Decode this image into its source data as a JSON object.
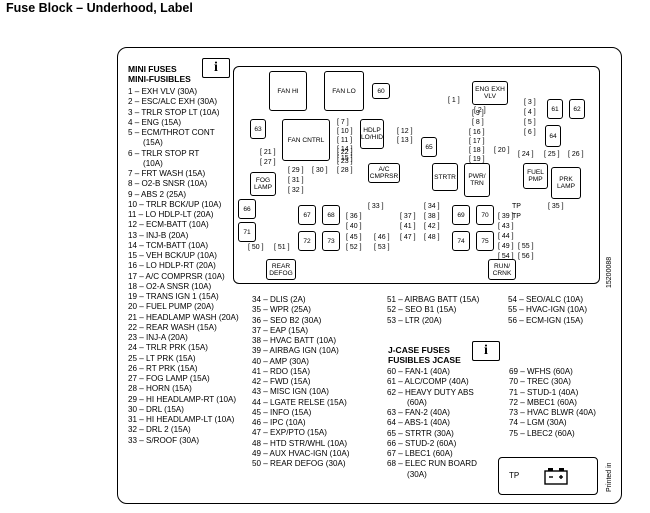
{
  "title": "Fuse Block – Underhood, Label",
  "mini_header": [
    "MINI FUSES",
    "MINI-FUSIBLES"
  ],
  "jcase_header": [
    "J-CASE FUSES",
    "FUSIBLES JCASE"
  ],
  "col1": [
    "1 – EXH VLV (30A)",
    "2 – ESC/ALC EXH (30A)",
    "3 – TRLR STOP LT (10A)",
    "4 – ENG (15A)",
    "5 – ECM/THROT CONT",
    "(15A)",
    "6 – TRLR STOP RT",
    "(10A)",
    "7 – FRT WASH (15A)",
    "8 – O2-B SNSR (10A)",
    "9 – ABS 2 (25A)",
    "10 – TRLR BCK/UP (10A)",
    "11 – LO HDLP-LT (20A)",
    "12 – ECM-BATT (10A)",
    "13 – INJ-B (20A)",
    "14 – TCM-BATT (10A)",
    "15 – VEH BCK/UP (10A)",
    "16 – LO HDLP-RT (20A)",
    "17 – A/C COMPRSR (10A)",
    "18 – O2-A SNSR (10A)",
    "19 – TRANS IGN 1 (15A)",
    "20 – FUEL PUMP (20A)",
    "21 – HEADLAMP WASH (20A)",
    "22 – REAR WASH (15A)",
    "23 – INJ-A (20A)",
    "24 – TRLR PRK (15A)",
    "25 – LT PRK (15A)",
    "26 – RT PRK (15A)",
    "27 – FOG LAMP (15A)",
    "28 – HORN (15A)",
    "29 – HI HEADLAMP-RT (10A)",
    "30 – DRL (15A)",
    "31 – HI HEADLAMP-LT (10A)",
    "32 – DRL 2 (15A)",
    "33 – S/ROOF (30A)"
  ],
  "col2": [
    "34 – DLIS (2A)",
    "35 – WPR (25A)",
    "36 – SEO B2 (30A)",
    "37 – EAP (15A)",
    "38 – HVAC BATT (10A)",
    "39 – AIRBAG IGN (10A)",
    "40 – AMP (30A)",
    "41 – RDO (15A)",
    "42 – FWD (15A)",
    "43 – MISC IGN (10A)",
    "44 – LGATE RELSE (15A)",
    "45 – INFO (15A)",
    "46 – IPC (10A)",
    "47 – EXP/PTO (15A)",
    "48 – HTD STR/WHL (10A)",
    "49 – AUX HVAC-IGN (10A)",
    "50 – REAR DEFOG (30A)"
  ],
  "col3": [
    "51 – AIRBAG BATT (15A)",
    "52 – SEO B1 (15A)",
    "53 – LTR (20A)"
  ],
  "col4": [
    "54 – SEO/ALC (10A)",
    "55 – HVAC-IGN (10A)",
    "56 – ECM-IGN (15A)"
  ],
  "jcol1": [
    "60 – FAN-1 (40A)",
    "61 – ALC/COMP (40A)",
    "62 – HEAVY DUTY ABS",
    "(60A)",
    "63 – FAN-2 (40A)",
    "64 – ABS-1 (40A)",
    "65 – STRTR (30A)",
    "66 – STUD-2 (60A)",
    "67 – LBEC1 (60A)",
    "68 – ELEC RUN BOARD",
    "(30A)"
  ],
  "jcol2": [
    "69 – WFHS (60A)",
    "70 – TREC (30A)",
    "71 – STUD-1 (40A)",
    "72 – MBEC1 (60A)",
    "73 – HVAC BLWR (40A)",
    "74 – LGM (30A)",
    "75 – LBEC2 (60A)"
  ],
  "side_code": "15200088",
  "printed_in": "Printed in",
  "tp_label": "TP",
  "book_icon": "i",
  "diagram": {
    "relays": {
      "fan_hi": "FAN HI",
      "fan_lo": "FAN LO",
      "fan_cntrl": "FAN CNTRL",
      "eng_exh_vlv": "ENG EXH VLV",
      "hdlp": "HDLP LO/HID",
      "ac_cmprsr": "A/C CMPRSR",
      "strtr": "STRTR",
      "pwr_trn": "PWR/ TRN",
      "fuel_pmp": "FUEL PMP",
      "prk_lamp": "PRK LAMP",
      "fog_lamp": "FOG LAMP",
      "rear_defog": "REAR DEFOG",
      "run_crnk": "RUN/ CRNK"
    },
    "jcase": {
      "j60": "60",
      "j61": "61",
      "j62": "62",
      "j63": "63",
      "j64": "64",
      "j65": "65",
      "j66": "66",
      "j67": "67",
      "j68": "68",
      "j69": "69",
      "j70": "70",
      "j71": "71",
      "j72": "72",
      "j73": "73",
      "j74": "74",
      "j75": "75"
    },
    "minis": {
      "m1": "1",
      "m2": "2",
      "m3": "3",
      "m4": "4",
      "m5": "5",
      "m6": "6",
      "m7": "7",
      "m8": "8",
      "m9": "9",
      "m10": "10",
      "m11": "11",
      "m12": "12",
      "m13": "13",
      "m14": "14",
      "m15": "15",
      "m16": "16",
      "m17": "17",
      "m18": "18",
      "m19": "19",
      "m20": "20",
      "m21": "21",
      "m22": "22",
      "m23": "23",
      "m24": "24",
      "m25": "25",
      "m26": "26",
      "m27": "27",
      "m28": "28",
      "m29": "29",
      "m30": "30",
      "m31": "31",
      "m32": "32",
      "m33": "33",
      "m34": "34",
      "m35": "35",
      "m36": "36",
      "m37": "37",
      "m38": "38",
      "m39": "39",
      "m40": "40",
      "m41": "41",
      "m42": "42",
      "m43": "43",
      "m44": "44",
      "m45": "45",
      "m46": "46",
      "m47": "47",
      "m48": "48",
      "m49": "49",
      "m50": "50",
      "m51": "51",
      "m52": "52",
      "m53": "53",
      "m54": "54",
      "m55": "55",
      "m56": "56"
    },
    "tp_a": "TP",
    "tp_b": "TP"
  }
}
